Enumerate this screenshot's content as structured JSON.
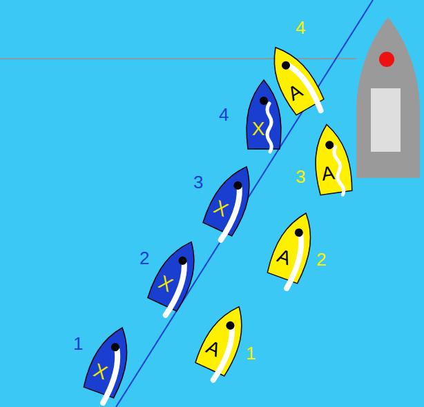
{
  "diagram": {
    "nodes": [
      {
        "text": [
          "X"
        ]
      },
      {
        "text": [
          "X"
        ]
      },
      {
        "text": [
          "X"
        ]
      },
      {
        "text": [
          "X"
        ]
      },
      {
        "text": [
          "A"
        ]
      },
      {
        "text": [
          "A"
        ]
      },
      {
        "text": [
          "A"
        ]
      },
      {
        "text": [
          "A"
        ]
      }
    ],
    "labels": [
      "1",
      "2",
      "3",
      "4",
      "1",
      "2",
      "3",
      "4"
    ]
  }
}
